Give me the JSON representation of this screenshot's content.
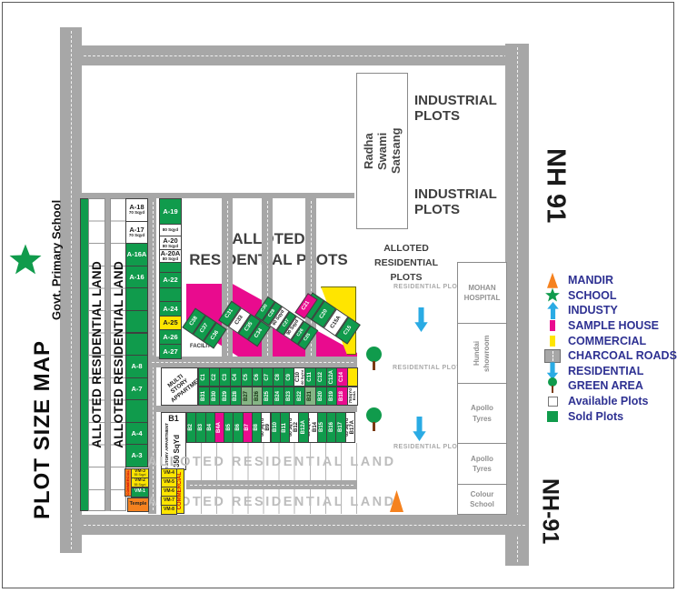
{
  "map_title": "PLOT SIZE MAP",
  "left_margin": {
    "school_name": "Govt. Primary School"
  },
  "highways": {
    "top": "NH 91",
    "bottom": "NH-91"
  },
  "top_area": {
    "satsang": "Radha Swami Satsang",
    "industrial_top": "INDUSTRIAL PLOTS",
    "industrial_bottom": "INDUSTRIAL PLOTS"
  },
  "headers": {
    "center": "ALLOTED RESIDENTIAL PLOTS",
    "right": "ALLOTED RESIDENTIAL PLOTS",
    "left_strip_1": "ALLOTED RESIDENTIAL LAND",
    "left_strip_2": "ALLOTED RESIDENTIAL LAND",
    "band_strip_1": "ALLOTED RESIDENTIAL LAND",
    "band_strip_2": "ALLOTED RESIDENTIAL LAND",
    "facility": "FACILITY",
    "residential_plot_1": "RESIDENTIAL PLOT",
    "residential_plot_2": "RESIDENTIAL PLOT",
    "residential_plot_3": "RESIDENTIAL PLOT"
  },
  "right_buildings": [
    "MOHAN HOSPITAL",
    "Hundai showroom",
    "Apollo Tyres",
    "Apollo Tyres",
    "Colour School"
  ],
  "plots": {
    "column_a": [
      {
        "id": "A-18",
        "size": "70 Sqyd",
        "status": "available"
      },
      {
        "id": "A-17",
        "size": "70 Sqyd",
        "status": "available"
      },
      {
        "id": "A-16A",
        "status": "sold"
      },
      {
        "id": "A-16",
        "status": "sold"
      },
      {
        "status": "sold"
      },
      {
        "status": "sold"
      },
      {
        "status": "sold"
      },
      {
        "id": "A-8",
        "status": "sold"
      },
      {
        "id": "A-7",
        "status": "sold"
      },
      {
        "status": "sold"
      },
      {
        "id": "A-4",
        "status": "sold"
      },
      {
        "id": "A-3",
        "status": "sold"
      }
    ],
    "column_a19": [
      {
        "id": "A-19",
        "status": "sold"
      },
      {
        "size": "80 Sqyd",
        "status": "available"
      },
      {
        "id": "A-20",
        "size": "80 Sqyd",
        "status": "available"
      },
      {
        "id": "A-20A",
        "size": "80 Sqyd",
        "status": "available"
      },
      {
        "status": "sold"
      },
      {
        "id": "A-22",
        "status": "sold"
      },
      {
        "status": "sold"
      },
      {
        "id": "A-24",
        "status": "sold"
      },
      {
        "id": "A-25",
        "status": "commercial"
      },
      {
        "id": "A-26",
        "status": "sold"
      },
      {
        "id": "A-27",
        "status": "sold"
      }
    ],
    "diagonal_strips": [
      {
        "cells": [
          {
            "id": "C38",
            "status": "sold"
          },
          {
            "id": "C37",
            "status": "sold"
          },
          {
            "id": "C36",
            "status": "sold"
          }
        ]
      },
      {
        "cells": [
          {
            "id": "C31",
            "status": "sold"
          },
          {
            "id": "C33",
            "status": "available"
          },
          {
            "id": "C35",
            "status": "sold"
          },
          {
            "id": "C34",
            "status": "sold"
          }
        ]
      },
      {
        "cells": [
          {
            "id": "C30",
            "status": "sold"
          },
          {
            "id": "C28",
            "status": "sold"
          },
          {
            "size": "60 Sqyd",
            "status": "available"
          },
          {
            "id": "C27",
            "status": "sold"
          },
          {
            "size": "90 Sqyd",
            "status": "available"
          },
          {
            "id": "C26",
            "status": "sold"
          },
          {
            "id": "C25",
            "status": "sold"
          }
        ]
      },
      {
        "cells": [
          {
            "id": "C29",
            "status": "sold"
          },
          {
            "id": "C20",
            "status": "sold"
          },
          {
            "id": "C15A",
            "status": "available"
          },
          {
            "id": "C15",
            "status": "sold"
          }
        ]
      }
    ],
    "c21": {
      "id": "C21",
      "status": "sample"
    },
    "band1": {
      "msa_label": "MULTI STORY APPARTMENT",
      "columns": [
        {
          "top": {
            "id": "C1",
            "status": "sold"
          },
          "bottom": {
            "id": "B31",
            "status": "sold"
          }
        },
        {
          "top": {
            "id": "C2",
            "status": "sold"
          },
          "bottom": {
            "id": "B30",
            "status": "sold"
          }
        },
        {
          "top": {
            "id": "C3",
            "status": "sold"
          },
          "bottom": {
            "id": "B29",
            "status": "sold"
          }
        },
        {
          "top": {
            "id": "C4",
            "status": "sold"
          },
          "bottom": {
            "id": "B28",
            "status": "sold"
          }
        },
        {
          "top": {
            "id": "C5",
            "status": "sold"
          },
          "bottom": {
            "id": "B27",
            "status": "sold_light"
          }
        },
        {
          "top": {
            "id": "C6",
            "status": "sold"
          },
          "bottom": {
            "id": "B26",
            "status": "sold_light"
          }
        },
        {
          "top": {
            "id": "C7",
            "status": "sold"
          },
          "bottom": {
            "id": "B25",
            "status": "sold"
          }
        },
        {
          "top": {
            "id": "C8",
            "status": "sold"
          },
          "bottom": {
            "id": "B24",
            "status": "sold"
          }
        },
        {
          "top": {
            "id": "C9",
            "status": "sold"
          },
          "bottom": {
            "id": "B23",
            "status": "sold"
          }
        },
        {
          "top": {
            "id": "C10",
            "size": "60 SqYd",
            "status": "available"
          },
          "bottom": {
            "id": "B22",
            "status": "sold"
          }
        },
        {
          "top": {
            "id": "C11",
            "status": "sold"
          },
          "bottom": {
            "id": "B21",
            "status": "sold_light"
          }
        },
        {
          "top": {
            "id": "C12",
            "status": "sold"
          },
          "bottom": {
            "id": "B20",
            "status": "sold"
          }
        },
        {
          "top": {
            "id": "C12A",
            "status": "sold"
          },
          "bottom": {
            "id": "B19",
            "status": "sold"
          }
        },
        {
          "top": {
            "id": "C14",
            "status": "sample"
          },
          "bottom": {
            "id": "B18",
            "status": "sample"
          }
        }
      ],
      "end_top": {
        "status": "commercial"
      },
      "end_bottom": {
        "id": "B18A",
        "size": "75SqYd",
        "status": "available"
      }
    },
    "band2": {
      "b1_id": "B1",
      "b1_text": "MULTI STORY APPARTMENT",
      "b1_size": "350 SqYd",
      "cells": [
        {
          "id": "B2",
          "status": "sold"
        },
        {
          "id": "B3",
          "status": "sold"
        },
        {
          "id": "B4",
          "status": "sold"
        },
        {
          "id": "B4A",
          "status": "sample"
        },
        {
          "id": "B5",
          "status": "sold"
        },
        {
          "id": "B6",
          "status": "sold"
        },
        {
          "id": "B7",
          "status": "sample"
        },
        {
          "id": "B8",
          "status": "sold"
        },
        {
          "id": "B9",
          "size": "80 SqYd",
          "status": "available"
        },
        {
          "id": "B10",
          "status": "sold"
        },
        {
          "id": "B11",
          "status": "sold"
        },
        {
          "id": "B12",
          "size": "80 SqYd",
          "status": "available"
        },
        {
          "id": "B12A",
          "status": "sold"
        },
        {
          "id": "B14",
          "size": "80 SqYd",
          "status": "available"
        },
        {
          "id": "B15",
          "status": "sold"
        },
        {
          "id": "B16",
          "status": "sold"
        },
        {
          "id": "B17",
          "status": "sold"
        },
        {
          "id": "B17A",
          "size": "83 SqYd",
          "status": "available"
        }
      ]
    },
    "vm_left": {
      "strip_label": "COMMERCIAL",
      "cells": [
        {
          "id": "VM-3",
          "size": "55 Sqyd",
          "status": "commercial"
        },
        {
          "id": "VM-2",
          "size": "55 Sqyd",
          "status": "commercial"
        },
        {
          "id": "VM-1",
          "status": "sold"
        }
      ],
      "temple": "Temple"
    },
    "vm_right": {
      "strip_label": "COMMERCIAL",
      "cells": [
        {
          "id": "VM-4",
          "status": "commercial"
        },
        {
          "id": "VM-5",
          "status": "commercial"
        },
        {
          "id": "VM-6",
          "status": "commercial"
        },
        {
          "id": "VM-7",
          "status": "commercial"
        },
        {
          "id": "VM-8",
          "status": "commercial"
        }
      ]
    }
  },
  "legend": [
    {
      "icon": "mandir-icon",
      "label": "MANDIR"
    },
    {
      "icon": "school-icon",
      "label": "SCHOOL"
    },
    {
      "icon": "industry-icon",
      "label": "INDUSTY"
    },
    {
      "icon": "sample-house-icon",
      "label": "SAMPLE HOUSE"
    },
    {
      "icon": "commercial-icon",
      "label": "COMMERCIAL"
    },
    {
      "icon": "charcoal-roads-icon",
      "label": "CHARCOAL ROADS"
    },
    {
      "icon": "residential-icon",
      "label": "RESIDENTIAL"
    },
    {
      "icon": "green-area-icon",
      "label": "GREEN AREA"
    },
    {
      "icon": "available-plots-icon",
      "label": "Available Plots"
    },
    {
      "icon": "sold-plots-icon",
      "label": "Sold Plots"
    }
  ],
  "colors": {
    "sold_green": "#109b4c",
    "sold_light_green": "#85b585",
    "sample_magenta": "#e90b8e",
    "commercial_yellow": "#ffe500",
    "temple_orange": "#f5821f",
    "road_gray": "#a7a7a7",
    "legend_navy": "#2e3192",
    "arrow_blue": "#2aabe4"
  }
}
